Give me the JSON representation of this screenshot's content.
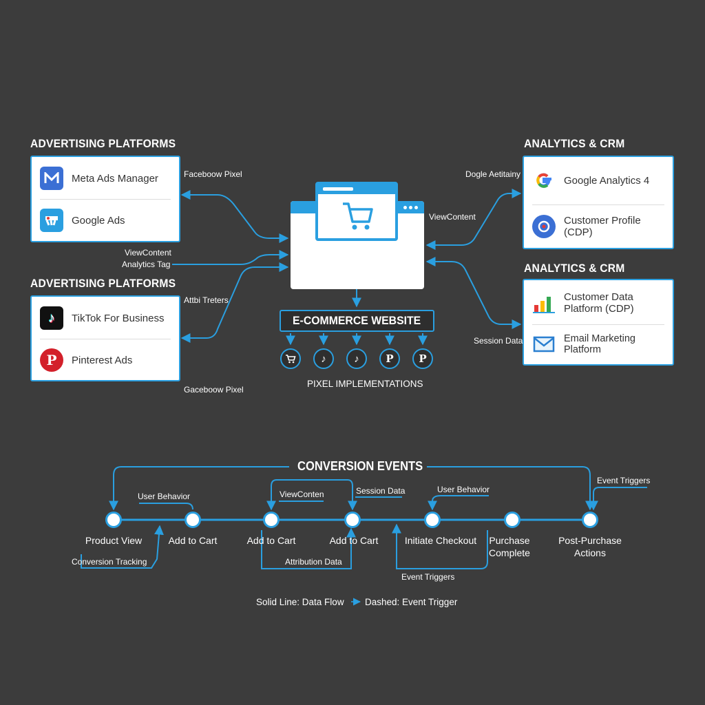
{
  "left": {
    "title_top": "ADVERTISING PLATFORMS",
    "title_bottom": "ADVERTISING PLATFORMS",
    "top_card": [
      {
        "label": "Meta Ads Manager",
        "icon": "meta-icon"
      },
      {
        "label": "Google Ads",
        "icon": "google-ads-icon"
      }
    ],
    "bottom_card": [
      {
        "label": "TikTok For Business",
        "icon": "tiktok-icon"
      },
      {
        "label": "Pinterest Ads",
        "icon": "pinterest-icon"
      }
    ]
  },
  "right": {
    "title_top": "ANALYTICS & CRM",
    "title_bottom": "ANALYTICS & CRM",
    "top_card": [
      {
        "label": "Google Analytics 4",
        "icon": "google-icon"
      },
      {
        "label_line1": "Customer Profile",
        "label_line2": "(CDP)",
        "icon": "customer-profile-icon"
      }
    ],
    "bottom_card": [
      {
        "label_line1": "Customer Data",
        "label_line2": "Platform (CDP)",
        "icon": "bar-chart-icon"
      },
      {
        "label": "Email Marketing Platform",
        "icon": "email-icon"
      }
    ]
  },
  "center": {
    "title": "E-COMMERCE WEBSITE",
    "subtitle": "PIXEL IMPLEMENTATIONS",
    "pixel_icons": [
      "cart-icon",
      "tiktok-icon",
      "tiktok-icon",
      "pinterest-icon",
      "pinterest-icon"
    ]
  },
  "flow_labels": {
    "facebook_pixel_top": "Faceboow Pixel",
    "viewcontent_left": "ViewContent",
    "analytics_tag": "Analytics Tag",
    "attribution_triggers": "Attbi Treters",
    "facebook_pixel_bottom": "Gaceboow Pixel",
    "google_analytics": "Dogle Aetitainy",
    "viewcontent_right": "ViewContent",
    "session_data": "Session Data"
  },
  "conversion": {
    "title": "CONVERSION EVENTS",
    "steps": [
      {
        "line1": "Product View",
        "line2": ""
      },
      {
        "line1": "Add to Cart",
        "line2": ""
      },
      {
        "line1": "Add to Cart",
        "line2": ""
      },
      {
        "line1": "Add to Cart",
        "line2": ""
      },
      {
        "line1": "Initiate Checkout",
        "line2": ""
      },
      {
        "line1": "Purchase",
        "line2": "Complete"
      },
      {
        "line1": "Post-Purchase",
        "line2": "Actions"
      }
    ],
    "labels": {
      "user_behavior_1": "User Behavior",
      "viewcontent": "ViewConten",
      "session_data": "Session Data",
      "user_behavior_2": "User Behavior",
      "event_triggers_top": "Event Triggers",
      "conversion_tracking": "Conversion Tracking",
      "attribution_data": "Attribution Data",
      "event_triggers_bottom": "Event Triggers"
    }
  },
  "legend": {
    "solid": "Solid Line: Data Flow",
    "dashed": "Dashed: Event Trigger"
  },
  "colors": {
    "accent": "#2a9fe0",
    "background": "#3c3c3c"
  }
}
